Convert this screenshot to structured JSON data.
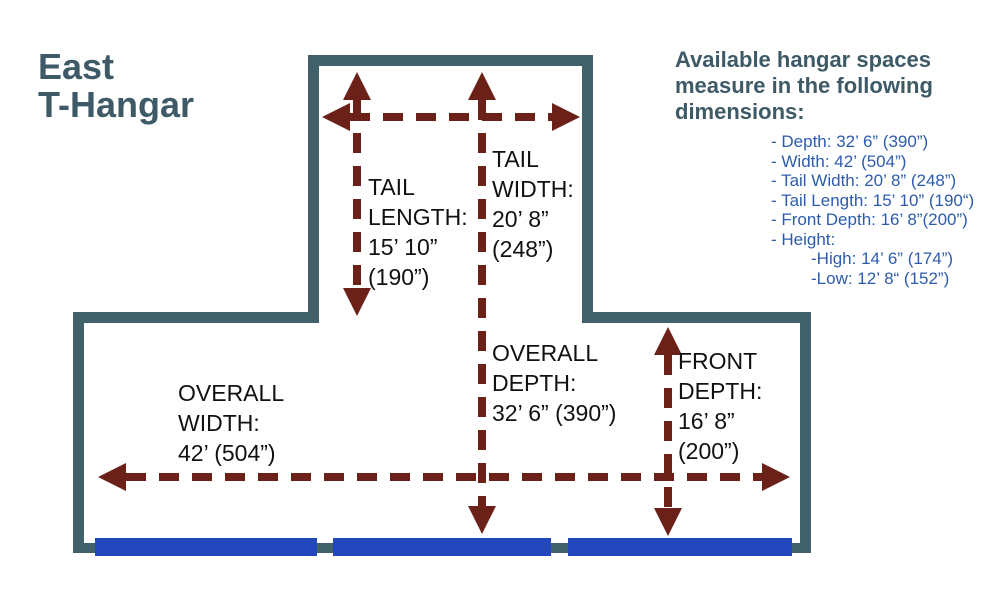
{
  "title": "East\nT-Hangar",
  "panel": {
    "heading": "Available hangar spaces\nmeasure in the following\ndimensions:",
    "items": [
      "- Depth: 32’ 6” (390”)",
      "- Width: 42’ (504”)",
      "- Tail Width: 20’ 8” (248”)",
      "- Tail Length: 15’ 10” (190“)",
      "- Front Depth: 16’ 8”(200”)",
      "- Height:"
    ],
    "height_subitems": [
      "-High: 14’ 6” (174”)",
      "-Low: 12’ 8“ (152”)"
    ]
  },
  "diagram": {
    "labels": {
      "tail_length": "TAIL\nLENGTH:\n15’ 10”\n(190”)",
      "tail_width": "TAIL\nWIDTH:\n20’ 8”\n(248”)",
      "overall_width": "OVERALL\nWIDTH:\n42’ (504”)",
      "overall_depth": "OVERALL\nDEPTH:\n32’ 6” (390”)",
      "front_depth": "FRONT\nDEPTH:\n16’ 8”\n(200”)"
    },
    "doors": [
      "bi-fold-door",
      "bi-fold-door",
      "bi-fold-door"
    ]
  },
  "colors": {
    "wall": "#41616b",
    "arrow": "#6b2018",
    "door": "#2246bb",
    "heading_text": "#3d5a66",
    "list_text": "#2d5cae",
    "label_text": "#111111"
  }
}
